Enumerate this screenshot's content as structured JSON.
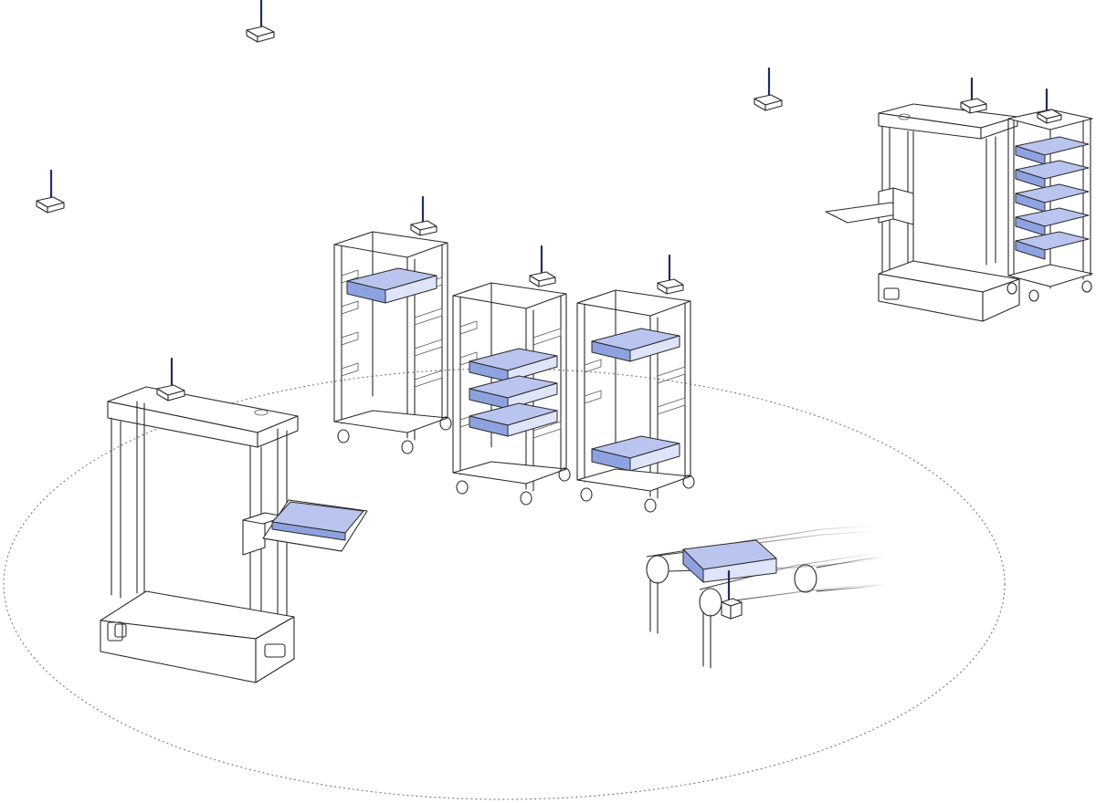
{
  "colors": {
    "line": "#2a2a2a",
    "tray_fill": "#b9c5ef",
    "tray_fill_dark": "#8fa2e0",
    "antenna": "#1f2f5c",
    "zone": "#777777",
    "background": "#ffffff"
  },
  "scene": {
    "reader_zone": "dotted-ellipse",
    "ceiling_readers": 3,
    "rack_trolleys": 3,
    "storage_cabinets": 2,
    "conveyor_tables": 1
  }
}
